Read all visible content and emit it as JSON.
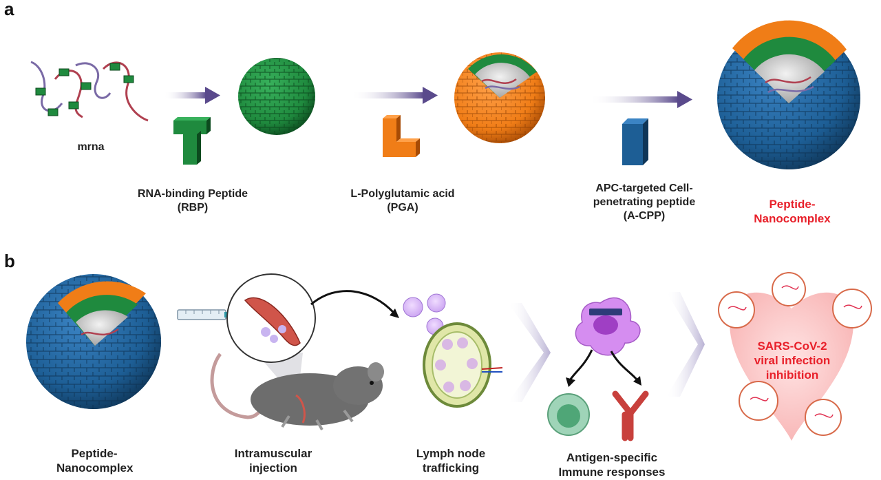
{
  "panels": {
    "a": {
      "letter": "a",
      "labels": {
        "mrna": "mrna",
        "rbp": "RNA-binding Peptide\n(RBP)",
        "pga": "L-Polyglutamic acid\n(PGA)",
        "acpp": "APC-targeted Cell-\npenetrating peptide\n(A-CPP)",
        "nanocomplex": "Peptide-\nNanocomplex"
      }
    },
    "b": {
      "letter": "b",
      "labels": {
        "nanocomplex": "Peptide-\nNanocomplex",
        "injection": "Intramuscular\ninjection",
        "lymph": "Lymph node\ntrafficking",
        "immune": "Antigen-specific\nImmune responses",
        "inhibition": "SARS-CoV-2\nviral infection\ninhibition"
      }
    }
  },
  "colors": {
    "rbp_green": "#1f8a3e",
    "pga_orange": "#f07d17",
    "acpp_blue": "#1d5e95",
    "highlight_red": "#e8202a",
    "arrow_purple": "#5a4a8c"
  }
}
